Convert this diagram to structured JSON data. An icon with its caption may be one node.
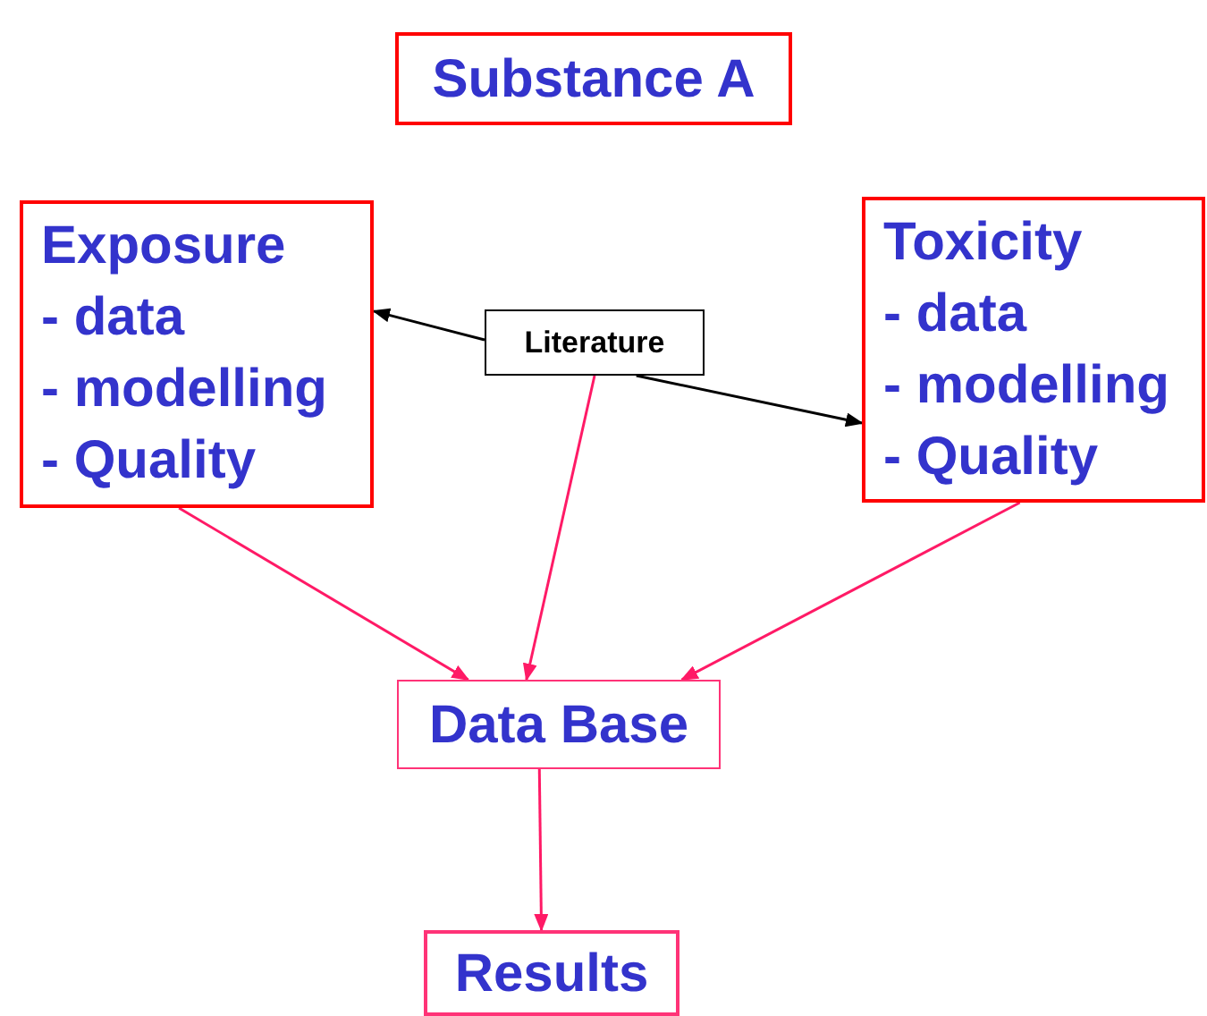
{
  "diagram": {
    "nodes": [
      {
        "text": [
          "Substance A"
        ]
      },
      {
        "text": [
          "Exposure",
          "- data",
          "- modelling",
          "- Quality"
        ]
      },
      {
        "text": [
          "Literature"
        ]
      },
      {
        "text": [
          "Toxicity",
          "- data",
          "- modelling",
          "- Quality"
        ]
      },
      {
        "text": [
          "Data Base"
        ]
      },
      {
        "text": [
          "Results"
        ]
      }
    ],
    "edges": [
      {
        "from": 2,
        "to": 1,
        "arrow": "to",
        "color": "#000000"
      },
      {
        "from": 2,
        "to": 3,
        "arrow": "to",
        "color": "#000000"
      },
      {
        "from": 2,
        "to": 4,
        "arrow": "to"
      },
      {
        "from": 1,
        "to": 4,
        "arrow": "to"
      },
      {
        "from": 3,
        "to": 4,
        "arrow": "to"
      },
      {
        "from": 4,
        "to": 5,
        "arrow": "to"
      }
    ]
  }
}
